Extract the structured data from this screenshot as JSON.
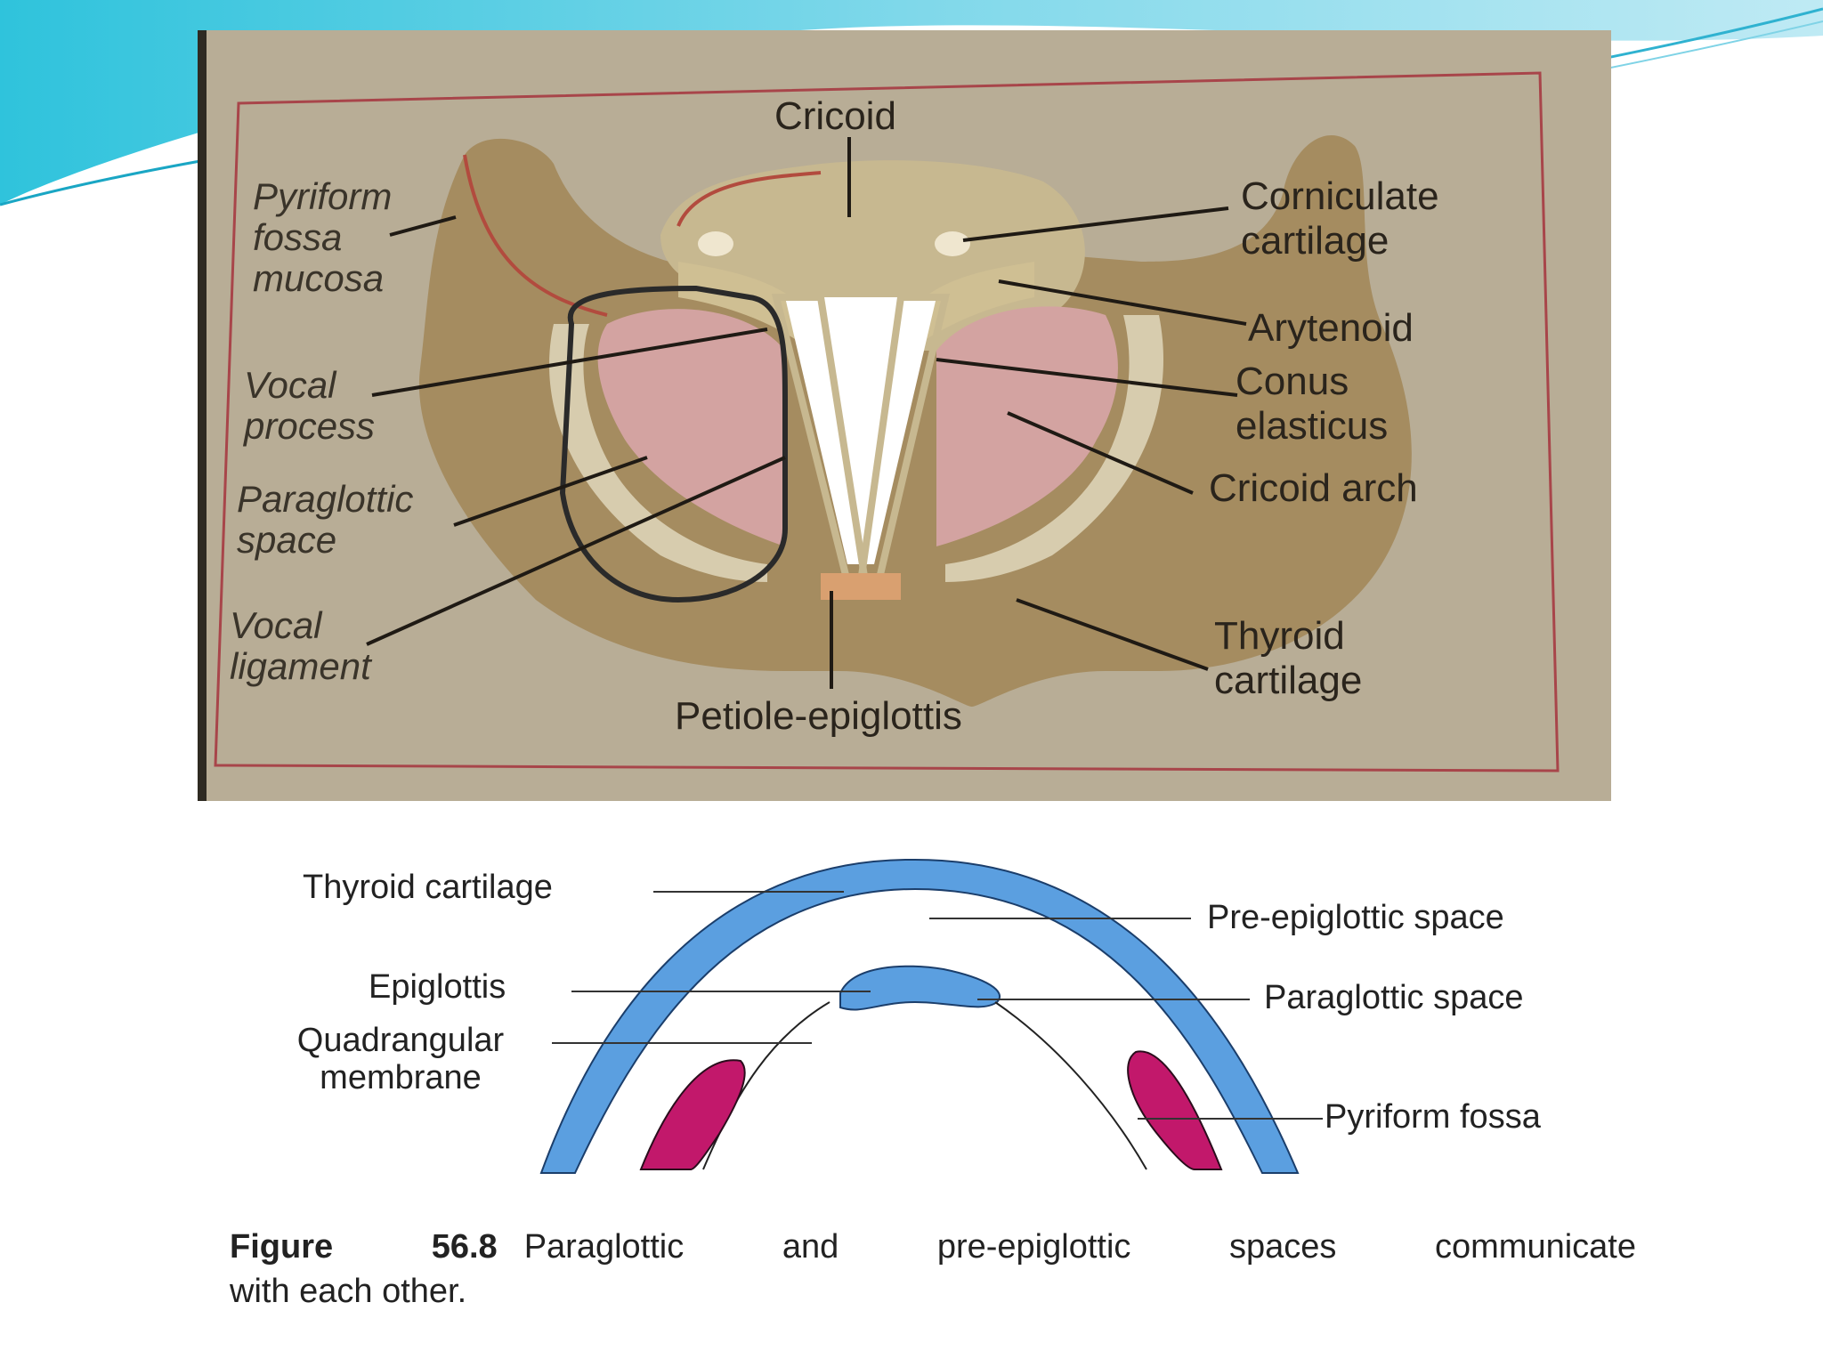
{
  "colors": {
    "slide_wave": "#3fc6df",
    "photo_background": "#b9ad97",
    "cartilage": "#a38a5e",
    "pink_tissue": "#d9a3a8",
    "thyroid_blue": "#5b9fe0",
    "pyriform_magenta": "#c2186b"
  },
  "photo": {
    "labels": {
      "cricoid": "Cricoid",
      "pyriform_fossa_mucosa": "Pyriform\nfossa\nmucosa",
      "corniculate_cartilage": "Corniculate\ncartilage",
      "arytenoid": "Arytenoid",
      "vocal_process": "Vocal\nprocess",
      "conus_elasticus": "Conus\nelasticus",
      "paraglottic_space": "Paraglottic\nspace",
      "cricoid_arch": "Cricoid arch",
      "vocal_ligament": "Vocal\nligament",
      "thyroid_cartilage": "Thyroid\ncartilage",
      "petiole_epiglottis": "Petiole-epiglottis"
    }
  },
  "diagram": {
    "labels": {
      "thyroid_cartilage": "Thyroid cartilage",
      "pre_epiglottic_space": "Pre-epiglottic space",
      "epiglottis": "Epiglottis",
      "paraglottic_space": "Paraglottic space",
      "quadrangular_membrane": "Quadrangular\nmembrane",
      "pyriform_fossa": "Pyriform fossa"
    },
    "caption": {
      "label": "Figure 56.8",
      "line1": "Paraglottic and pre-epiglottic spaces communicate",
      "line2": "with each other."
    }
  }
}
